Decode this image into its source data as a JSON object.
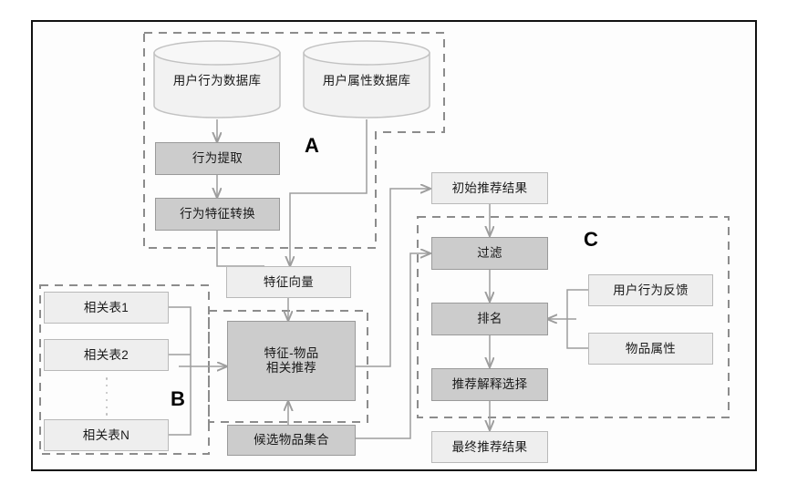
{
  "diagram": {
    "type": "flowchart",
    "title": "",
    "groups": [
      {
        "id": "A",
        "label": "A"
      },
      {
        "id": "B",
        "label": "B"
      },
      {
        "id": "C",
        "label": "C"
      }
    ],
    "nodes": {
      "db_user_behavior": {
        "label": "用户行为数据库",
        "shape": "cylinder",
        "style": "light"
      },
      "db_user_attr": {
        "label": "用户属性数据库",
        "shape": "cylinder",
        "style": "light"
      },
      "behavior_extract": {
        "label": "行为提取",
        "shape": "rect",
        "style": "dark"
      },
      "behavior_feature": {
        "label": "行为特征转换",
        "shape": "rect",
        "style": "dark"
      },
      "feature_vector": {
        "label": "特征向量",
        "shape": "rect",
        "style": "light"
      },
      "rel_table_1": {
        "label": "相关表1",
        "shape": "rect",
        "style": "light"
      },
      "rel_table_2": {
        "label": "相关表2",
        "shape": "rect",
        "style": "light"
      },
      "rel_table_n": {
        "label": "相关表N",
        "shape": "rect",
        "style": "light"
      },
      "feature_item_rec": {
        "label": "特征-物品\n相关推荐",
        "line1": "特征-物品",
        "line2": "相关推荐",
        "shape": "rect",
        "style": "dark"
      },
      "candidate_set": {
        "label": "候选物品集合",
        "shape": "rect",
        "style": "dark"
      },
      "initial_result": {
        "label": "初始推荐结果",
        "shape": "rect",
        "style": "light"
      },
      "filter": {
        "label": "过滤",
        "shape": "rect",
        "style": "dark"
      },
      "ranking": {
        "label": "排名",
        "shape": "rect",
        "style": "dark"
      },
      "explain_select": {
        "label": "推荐解释选择",
        "shape": "rect",
        "style": "dark"
      },
      "final_result": {
        "label": "最终推荐结果",
        "shape": "rect",
        "style": "light"
      },
      "user_feedback": {
        "label": "用户行为反馈",
        "shape": "rect",
        "style": "light"
      },
      "item_attr": {
        "label": "物品属性",
        "shape": "rect",
        "style": "light"
      }
    },
    "ellipsis_label": "⋮",
    "colors": {
      "frame_border": "#111111",
      "node_light_fill": "#eeeeee",
      "node_light_border": "#b9b9b9",
      "node_dark_fill": "#cccccc",
      "node_dark_border": "#9a9a9a",
      "dashed_group_border": "#8c8c8c",
      "connector": "#9d9d9d",
      "text": "#1a1a1a",
      "background": "#ffffff"
    },
    "edges": [
      {
        "from": "db_user_behavior",
        "to": "behavior_extract"
      },
      {
        "from": "behavior_extract",
        "to": "behavior_feature"
      },
      {
        "from": "behavior_feature",
        "to": "feature_vector"
      },
      {
        "from": "db_user_attr",
        "to": "feature_vector"
      },
      {
        "from": "feature_vector",
        "to": "feature_item_rec"
      },
      {
        "from": "rel_table_1",
        "to": "feature_item_rec"
      },
      {
        "from": "rel_table_2",
        "to": "feature_item_rec"
      },
      {
        "from": "rel_table_n",
        "to": "feature_item_rec"
      },
      {
        "from": "candidate_set",
        "to": "feature_item_rec"
      },
      {
        "from": "feature_item_rec",
        "to": "initial_result"
      },
      {
        "from": "initial_result",
        "to": "filter"
      },
      {
        "from": "candidate_set",
        "to": "filter"
      },
      {
        "from": "filter",
        "to": "ranking"
      },
      {
        "from": "user_feedback",
        "to": "ranking"
      },
      {
        "from": "item_attr",
        "to": "ranking"
      },
      {
        "from": "ranking",
        "to": "explain_select"
      },
      {
        "from": "explain_select",
        "to": "final_result"
      }
    ]
  }
}
